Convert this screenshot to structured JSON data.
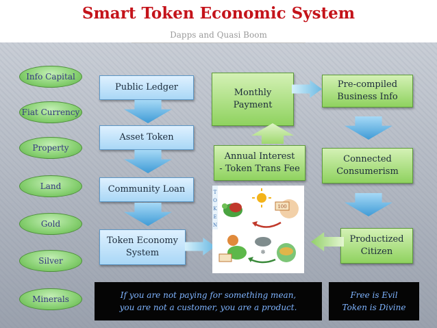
{
  "title": "Smart Token Economic System",
  "subtitle": "Dapps and Quasi Boom",
  "assets": [
    "Info Capital",
    "Fiat Currency",
    "Property",
    "Land",
    "Gold",
    "Silver",
    "Minerals"
  ],
  "left_column": {
    "public_ledger": "Public Ledger",
    "asset_token": "Asset Token",
    "community_loan": "Community Loan",
    "token_economy_system": [
      "Token Economy",
      "System"
    ]
  },
  "middle_column": {
    "monthly_payment": [
      "Monthly",
      "Payment"
    ],
    "annual_interest": [
      "Annual Interest",
      "- Token Trans Fee"
    ]
  },
  "right_column": {
    "precompiled": [
      "Pre-compiled",
      "Business Info"
    ],
    "connected": [
      "Connected",
      "Consumerism"
    ],
    "productized": [
      "Productized",
      "Citizen"
    ]
  },
  "illustration_token_letters": [
    "T",
    "O",
    "K",
    "E",
    "N"
  ],
  "illustration_money_label": "100",
  "quote_left": [
    "If you are not paying for something mean,",
    "you are not a customer, you are a product."
  ],
  "quote_right": [
    "Free is Evil",
    "Token is Divine"
  ]
}
